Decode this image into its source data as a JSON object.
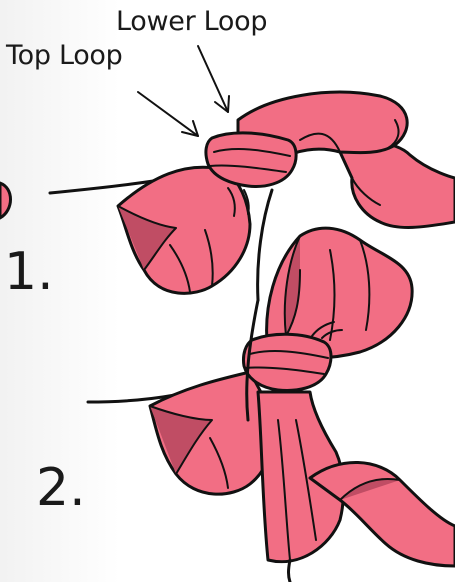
{
  "labels": {
    "lower_loop": "Lower Loop",
    "top_loop": "Top Loop"
  },
  "steps": {
    "one": "1.",
    "two": "2."
  },
  "colors": {
    "ribbon": "#f26e84",
    "ribbon_shadow": "#c04d64",
    "outline": "#111111",
    "background": "#ffffff"
  }
}
